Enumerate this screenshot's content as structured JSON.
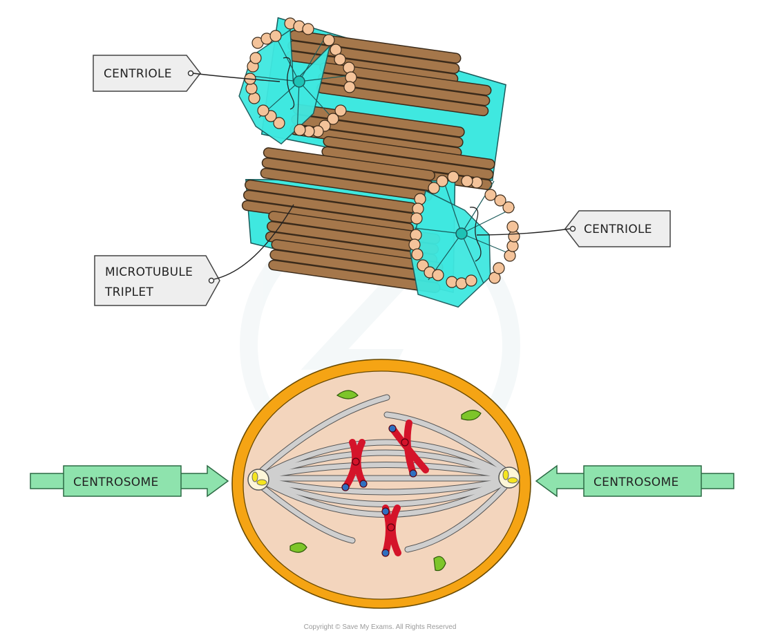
{
  "labels": {
    "centriole_top": "CENTRIOLE",
    "centriole_right": "CENTRIOLE",
    "microtubule_line1": "MICROTUBULE",
    "microtubule_line2": "TRIPLET",
    "centrosome_left": "CENTROSOME",
    "centrosome_right": "CENTROSOME"
  },
  "footer": {
    "copyright": "Copyright © Save My Exams. All Rights Reserved"
  },
  "colors": {
    "tubule": "#a5774b",
    "tubule_dark": "#3a2a1a",
    "tubule_end": "#f4c39a",
    "sheet": "#3fe8e0",
    "cell_membrane": "#f5a414",
    "cytoplasm": "#f3d5bd",
    "spindle": "#cfcfcf",
    "chromosome": "#d4142a",
    "chromosome_tip": "#2f6fc0",
    "organelle": "#7dc52a",
    "arrow": "#8ee3ad",
    "tag_fill": "#eeeeee"
  }
}
